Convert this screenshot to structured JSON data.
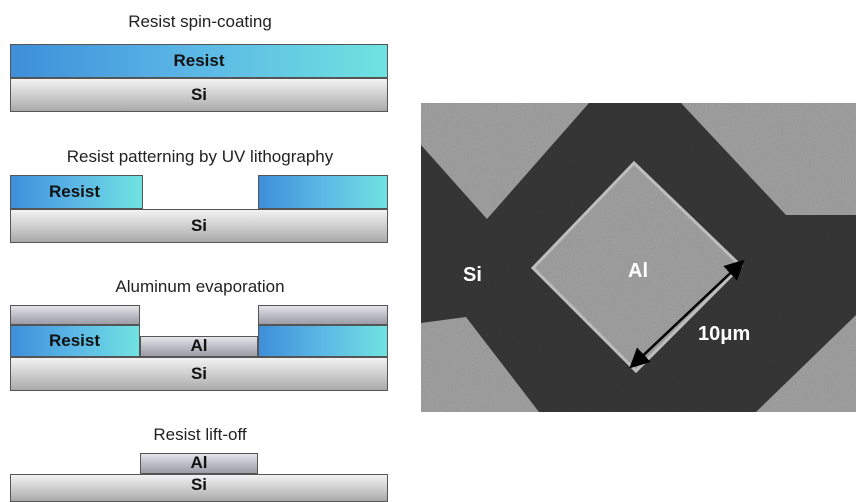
{
  "steps": [
    {
      "title": "Resist spin-coating",
      "layers": {
        "resist": "Resist",
        "substrate": "Si"
      }
    },
    {
      "title": "Resist patterning by UV lithography",
      "layers": {
        "resist": "Resist",
        "substrate": "Si"
      }
    },
    {
      "title": "Aluminum evaporation",
      "layers": {
        "resist": "Resist",
        "metal": "Al",
        "substrate": "Si"
      }
    },
    {
      "title": "Resist lift-off",
      "layers": {
        "metal": "Al",
        "substrate": "Si"
      }
    }
  ],
  "micrograph": {
    "labels": {
      "substrate": "Si",
      "metal": "Al",
      "scale": "10μm"
    }
  },
  "colors": {
    "resist_start": "#3d8fd9",
    "resist_end": "#6fe3e0",
    "si": "#c0c0c0",
    "al": "#b7b7c0"
  }
}
